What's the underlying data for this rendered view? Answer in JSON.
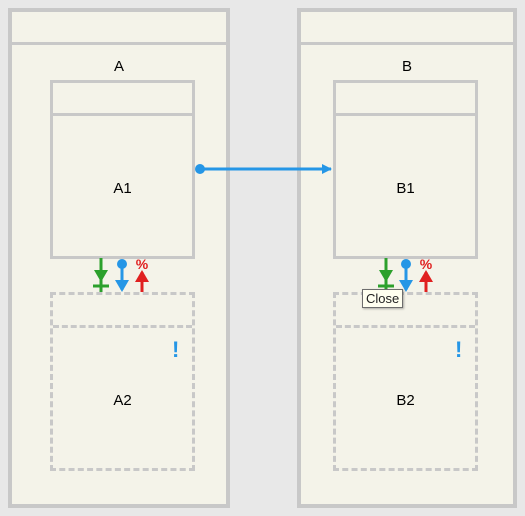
{
  "panes": [
    {
      "title": "A",
      "top_node": "A1",
      "bottom_node": "A2"
    },
    {
      "title": "B",
      "top_node": "B1",
      "bottom_node": "B2"
    }
  ],
  "connector": {
    "from": "A1",
    "to": "B1"
  },
  "port_icons": {
    "green": "arrow-down-bar-icon",
    "blue": "dot-arrow-down-icon",
    "red": "percent-arrow-up-icon",
    "percent_symbol": "%"
  },
  "alert_symbol": "!",
  "tooltip": {
    "text": "Close"
  },
  "colors": {
    "background": "#e8e8e8",
    "pane_fill": "#f4f3e9",
    "border": "#c8c8c8",
    "green": "#2ca02c",
    "blue": "#2596e6",
    "red": "#e02020"
  }
}
